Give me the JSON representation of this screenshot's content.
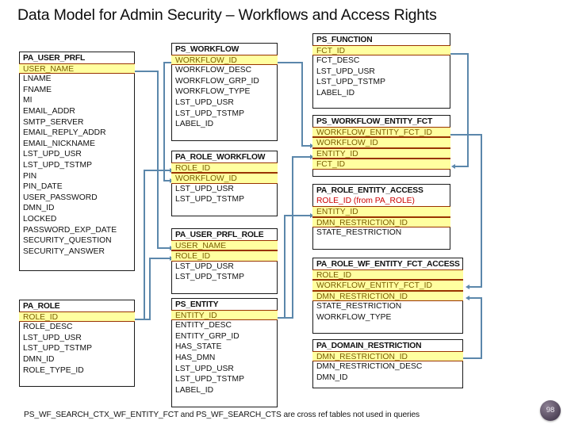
{
  "slide": {
    "title": "Data Model for Admin Security – Workflows and Access Rights",
    "footer_note": "PS_WF_SEARCH_CTX_WF_ENTITY_FCT and PS_WF_SEARCH_CTS are cross ref tables not used in queries",
    "page_number": "98"
  },
  "colors": {
    "key_fill": "#FFFFA0",
    "key_border": "#993300",
    "key_text": "#7A5C00",
    "connector": "#5B87AB",
    "table_border": "#1A1A1A",
    "fk_red": "#CC0000",
    "title_text": "#0D0D0D"
  },
  "tables": [
    {
      "id": "pa-user-prfl",
      "name": "PA_USER_PRFL",
      "columns": [
        {
          "label": "USER_NAME",
          "key": true
        },
        {
          "label": "LNAME",
          "key": false
        },
        {
          "label": "FNAME",
          "key": false
        },
        {
          "label": "MI",
          "key": false
        },
        {
          "label": "EMAIL_ADDR",
          "key": false
        },
        {
          "label": "SMTP_SERVER",
          "key": false
        },
        {
          "label": "EMAIL_REPLY_ADDR",
          "key": false
        },
        {
          "label": "EMAIL_NICKNAME",
          "key": false
        },
        {
          "label": "LST_UPD_USR",
          "key": false
        },
        {
          "label": "LST_UPD_TSTMP",
          "key": false
        },
        {
          "label": "PIN",
          "key": false
        },
        {
          "label": "PIN_DATE",
          "key": false
        },
        {
          "label": "USER_PASSWORD",
          "key": false
        },
        {
          "label": "DMN_ID",
          "key": false
        },
        {
          "label": "LOCKED",
          "key": false
        },
        {
          "label": "PASSWORD_EXP_DATE",
          "key": false
        },
        {
          "label": "SECURITY_QUESTION",
          "key": false
        },
        {
          "label": "SECURITY_ANSWER",
          "key": false
        }
      ]
    },
    {
      "id": "pa-role",
      "name": "PA_ROLE",
      "columns": [
        {
          "label": "ROLE_ID",
          "key": true
        },
        {
          "label": "ROLE_DESC",
          "key": false
        },
        {
          "label": "LST_UPD_USR",
          "key": false
        },
        {
          "label": "LST_UPD_TSTMP",
          "key": false
        },
        {
          "label": "DMN_ID",
          "key": false
        },
        {
          "label": "ROLE_TYPE_ID",
          "key": false
        }
      ]
    },
    {
      "id": "ps-workflow",
      "name": "PS_WORKFLOW",
      "columns": [
        {
          "label": "WORKFLOW_ID",
          "key": true
        },
        {
          "label": "WORKFLOW_DESC",
          "key": false
        },
        {
          "label": "WORKFLOW_GRP_ID",
          "key": false
        },
        {
          "label": "WORKFLOW_TYPE",
          "key": false
        },
        {
          "label": "LST_UPD_USR",
          "key": false
        },
        {
          "label": "LST_UPD_TSTMP",
          "key": false
        },
        {
          "label": "LABEL_ID",
          "key": false
        }
      ]
    },
    {
      "id": "pa-role-workflow",
      "name": "PA_ROLE_WORKFLOW",
      "columns": [
        {
          "label": "ROLE_ID",
          "key": true
        },
        {
          "label": "WORKFLOW_ID",
          "key": true
        },
        {
          "label": "LST_UPD_USR",
          "key": false
        },
        {
          "label": "LST_UPD_TSTMP",
          "key": false
        }
      ]
    },
    {
      "id": "pa-user-prfl-role",
      "name": "PA_USER_PRFL_ROLE",
      "columns": [
        {
          "label": "USER_NAME",
          "key": true
        },
        {
          "label": "ROLE_ID",
          "key": true
        },
        {
          "label": "LST_UPD_USR",
          "key": false
        },
        {
          "label": "LST_UPD_TSTMP",
          "key": false
        }
      ]
    },
    {
      "id": "ps-entity",
      "name": "PS_ENTITY",
      "columns": [
        {
          "label": "ENTITY_ID",
          "key": true
        },
        {
          "label": "ENTITY_DESC",
          "key": false
        },
        {
          "label": "ENTITY_GRP_ID",
          "key": false
        },
        {
          "label": "HAS_STATE",
          "key": false
        },
        {
          "label": "HAS_DMN",
          "key": false
        },
        {
          "label": "LST_UPD_USR",
          "key": false
        },
        {
          "label": "LST_UPD_TSTMP",
          "key": false
        },
        {
          "label": "LABEL_ID",
          "key": false
        }
      ]
    },
    {
      "id": "ps-function",
      "name": "PS_FUNCTION",
      "columns": [
        {
          "label": "FCT_ID",
          "key": true
        },
        {
          "label": "FCT_DESC",
          "key": false
        },
        {
          "label": "LST_UPD_USR",
          "key": false
        },
        {
          "label": "LST_UPD_TSTMP",
          "key": false
        },
        {
          "label": "LABEL_ID",
          "key": false
        }
      ]
    },
    {
      "id": "ps-workflow-entity-fct",
      "name": "PS_WORKFLOW_ENTITY_FCT",
      "columns": [
        {
          "label": "WORKFLOW_ENTITY_FCT_ID",
          "key": true
        },
        {
          "label": "WORKFLOW_ID",
          "key": true
        },
        {
          "label": "ENTITY_ID",
          "key": true
        },
        {
          "label": "FCT_ID",
          "key": true
        }
      ]
    },
    {
      "id": "pa-role-entity-access",
      "name": "PA_ROLE_ENTITY_ACCESS",
      "columns": [
        {
          "label": "ROLE_ID (from PA_ROLE)",
          "key": false,
          "red": true
        },
        {
          "label": "ENTITY_ID",
          "key": true
        },
        {
          "label": "DMN_RESTRICTION_ID",
          "key": true
        },
        {
          "label": "STATE_RESTRICTION",
          "key": false
        }
      ]
    },
    {
      "id": "pa-role-wf-entity-fct-access",
      "name": "PA_ROLE_WF_ENTITY_FCT_ACCESS",
      "columns": [
        {
          "label": "ROLE_ID",
          "key": true
        },
        {
          "label": "WORKFLOW_ENTITY_FCT_ID",
          "key": true
        },
        {
          "label": "DMN_RESTRICTION_ID",
          "key": true
        },
        {
          "label": "STATE_RESTRICTION",
          "key": false
        },
        {
          "label": "WORKFLOW_TYPE",
          "key": false
        }
      ]
    },
    {
      "id": "pa-domain-restriction",
      "name": "PA_DOMAIN_RESTRICTION",
      "columns": [
        {
          "label": "DMN_RESTRICTION_ID",
          "key": true
        },
        {
          "label": "DMN_RESTRICTION_DESC",
          "key": false
        },
        {
          "label": "DMN_ID",
          "key": false
        }
      ]
    }
  ],
  "relationships": [
    {
      "from": "PA_USER_PRFL.USER_NAME",
      "to": "PA_USER_PRFL_ROLE.USER_NAME"
    },
    {
      "from": "PA_ROLE.ROLE_ID",
      "to": "PA_USER_PRFL_ROLE.ROLE_ID"
    },
    {
      "from": "PA_ROLE.ROLE_ID",
      "to": "PA_ROLE_WORKFLOW.ROLE_ID"
    },
    {
      "from": "PS_WORKFLOW.WORKFLOW_ID",
      "to": "PA_ROLE_WORKFLOW.WORKFLOW_ID"
    },
    {
      "from": "PS_WORKFLOW.WORKFLOW_ID",
      "to": "PS_WORKFLOW_ENTITY_FCT.WORKFLOW_ID"
    },
    {
      "from": "PS_ENTITY.ENTITY_ID",
      "to": "PS_WORKFLOW_ENTITY_FCT.ENTITY_ID"
    },
    {
      "from": "PS_ENTITY.ENTITY_ID",
      "to": "PA_ROLE_ENTITY_ACCESS.ENTITY_ID"
    },
    {
      "from": "PS_FUNCTION.FCT_ID",
      "to": "PS_WORKFLOW_ENTITY_FCT.FCT_ID"
    },
    {
      "from": "PS_WORKFLOW_ENTITY_FCT.WORKFLOW_ENTITY_FCT_ID",
      "to": "PA_ROLE_WF_ENTITY_FCT_ACCESS.WORKFLOW_ENTITY_FCT_ID"
    },
    {
      "from": "PA_DOMAIN_RESTRICTION.DMN_RESTRICTION_ID",
      "to": "PA_ROLE_WF_ENTITY_FCT_ACCESS.DMN_RESTRICTION_ID"
    }
  ]
}
